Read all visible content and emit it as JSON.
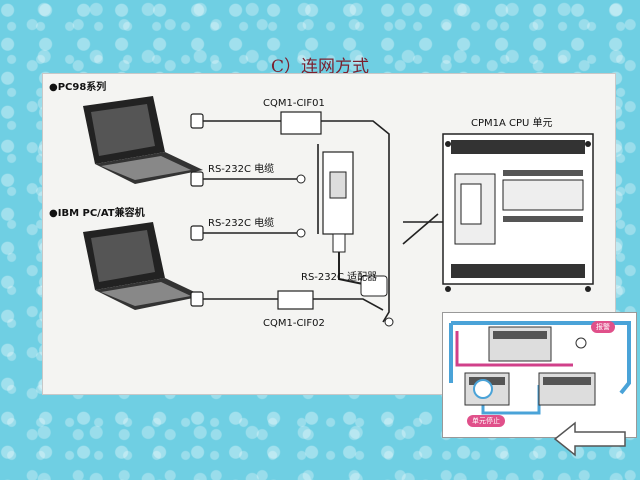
{
  "title": "C）连网方式",
  "labels": {
    "pc98": "●PC98系列",
    "ibm": "●IBM PC/AT兼容机",
    "cif01": "CQM1-CIF01",
    "rs232c_cable_1": "RS-232C 电缆",
    "rs232c_cable_2": "RS-232C 电缆",
    "rs232c_adapter": "RS-232C 适配器",
    "cif02": "CQM1-CIF02",
    "cpu_unit": "CPM1A CPU 单元"
  },
  "inset": {
    "alarm_badge": "报警",
    "stop_badge": "单元停止"
  },
  "colors": {
    "background": "#6fcfe3",
    "title": "#7a1f2e",
    "line_blue": "#4aa3d8",
    "line_pink": "#d0408a"
  },
  "icons": [
    "laptop-icon",
    "cable-connector-icon",
    "adapter-icon",
    "plc-unit-icon",
    "nav-arrow-icon"
  ]
}
